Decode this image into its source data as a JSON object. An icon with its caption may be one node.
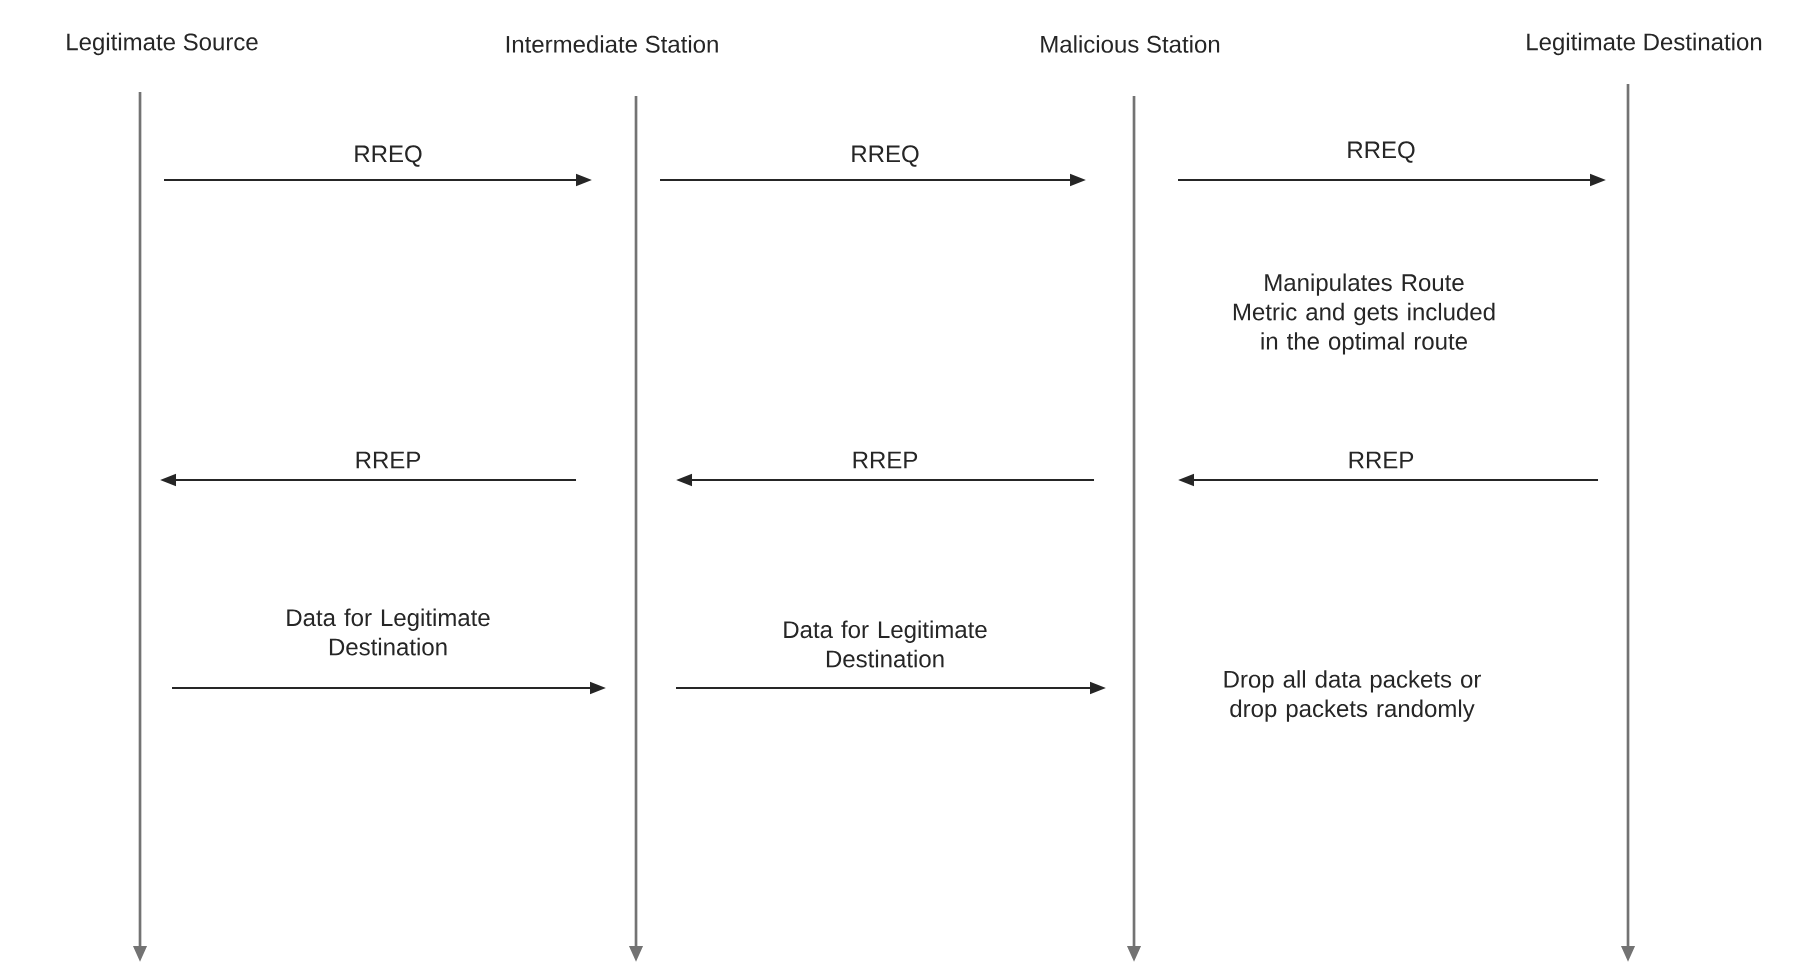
{
  "diagram": {
    "nodes": [
      {
        "text": [
          "Legitimate Source"
        ]
      },
      {
        "text": [
          "Intermediate Station"
        ]
      },
      {
        "text": [
          "Malicious Station"
        ]
      },
      {
        "text": [
          "Legitimate Destination"
        ]
      }
    ],
    "edges": [
      {
        "from": 0,
        "to": 1,
        "label": "RREQ",
        "arrow": "to"
      },
      {
        "from": 1,
        "to": 2,
        "label": "RREQ",
        "arrow": "to"
      },
      {
        "from": 2,
        "to": 3,
        "label": "RREQ",
        "arrow": "to"
      },
      {
        "from": 1,
        "to": 0,
        "label": "RREP",
        "arrow": "to"
      },
      {
        "from": 2,
        "to": 1,
        "label": "RREP",
        "arrow": "to"
      },
      {
        "from": 3,
        "to": 2,
        "label": "RREP",
        "arrow": "to"
      },
      {
        "from": 0,
        "to": 1,
        "label": "Data for Legitimate Destination",
        "arrow": "to"
      },
      {
        "from": 1,
        "to": 2,
        "label": "Data for Legitimate Destination",
        "arrow": "to"
      }
    ],
    "labels": [
      "Manipulates Route Metric and gets included in the optimal route",
      "Drop all data packets or drop packets randomly"
    ]
  }
}
